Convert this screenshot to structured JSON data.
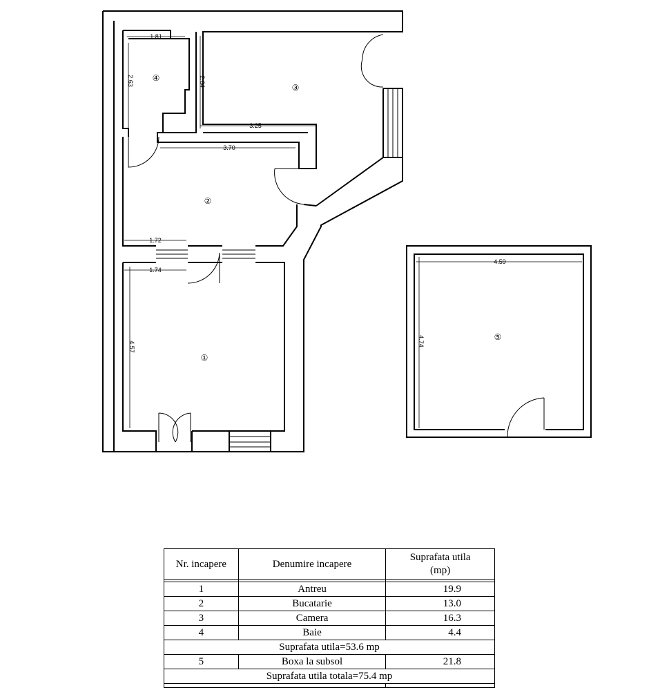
{
  "plan": {
    "rooms": [
      {
        "number": "1",
        "symbol": "①"
      },
      {
        "number": "2",
        "symbol": "②"
      },
      {
        "number": "3",
        "symbol": "③"
      },
      {
        "number": "4",
        "symbol": "④"
      },
      {
        "number": "5",
        "symbol": "⑤"
      }
    ],
    "dimensions": {
      "d181": "1.81",
      "d263": "2.63",
      "d264": "2.64",
      "d325": "3.25",
      "d370": "3.70",
      "d172": "1.72",
      "d174": "1.74",
      "d457": "4.57",
      "d459": "4.59",
      "d474": "4.74"
    }
  },
  "table": {
    "headers": {
      "nr": "Nr. incapere",
      "name": "Denumire incapere",
      "area_l1": "Suprafata utila",
      "area_l2": "(mp)"
    },
    "rows": [
      {
        "nr": "1",
        "name": "Antreu",
        "area": "19.9"
      },
      {
        "nr": "2",
        "name": "Bucatarie",
        "area": "13.0"
      },
      {
        "nr": "3",
        "name": "Camera",
        "area": "16.3"
      },
      {
        "nr": "4",
        "name": "Baie",
        "area": "4.4"
      }
    ],
    "subtotal": "Suprafata utila=53.6 mp",
    "row5": {
      "nr": "5",
      "name": "Boxa la subsol",
      "area": "21.8"
    },
    "total": "Suprafata utila totala=75.4 mp"
  }
}
